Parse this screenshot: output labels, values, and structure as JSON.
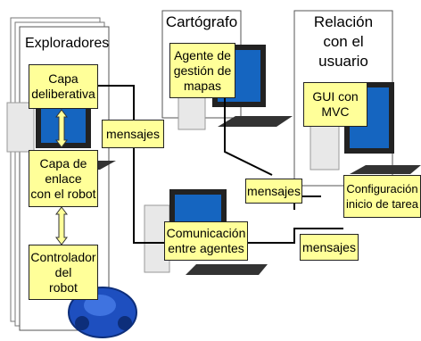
{
  "groups": {
    "exploradores": {
      "title": "Exploradores",
      "boxes": [
        "Capa\ndeliberativa",
        "Capa de\nenlace\ncon el robot",
        "Controlador\ndel\nrobot"
      ]
    },
    "cartografo": {
      "title": "Cartógrafo",
      "boxes": [
        "Agente de\ngestión de\nmapas"
      ]
    },
    "relacion": {
      "title": "Relación\ncon el\nusuario",
      "boxes": [
        "GUI con\nMVC",
        "Configuración\ninicio de tarea"
      ]
    },
    "comunicacion": {
      "label": "Comunicación\nentre agentes"
    }
  },
  "messages": [
    "mensajes",
    "mensajes",
    "mensajes"
  ],
  "colors": {
    "box_fill": "#ffff99",
    "arrow_fill": "#ffff99",
    "monitor_screen": "#1565c0",
    "connector": "#000000"
  },
  "icons": [
    "computer-icon",
    "robot-icon",
    "double-arrow-icon"
  ]
}
